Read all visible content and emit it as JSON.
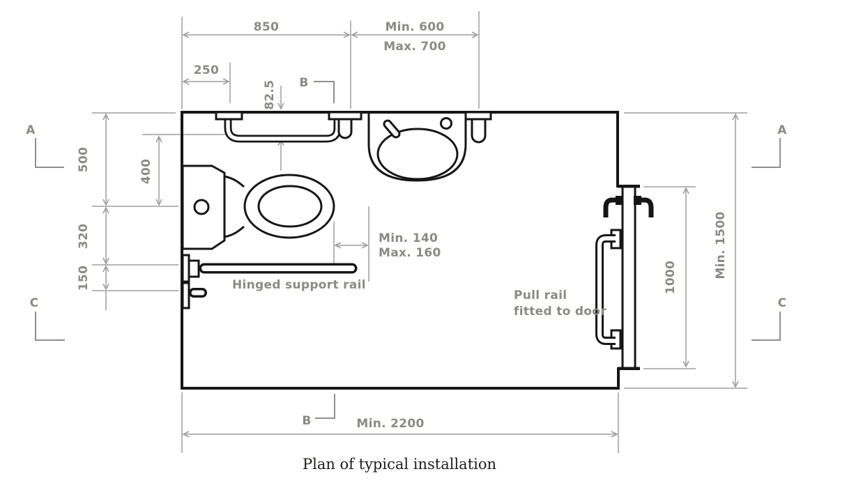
{
  "figure": {
    "caption": "Plan of typical installation",
    "type": "accessible-toilet-room-plan"
  },
  "colors": {
    "walls": "#161616",
    "dimension_lines": "#9e9e9e",
    "dimension_text": "#8b8b85",
    "caption_text": "#1d1d1b",
    "background": "#ffffff"
  },
  "dimensions": {
    "wall_to_toilet_axis": "850",
    "toilet_axis_to_basin_min": "Min. 600",
    "toilet_axis_to_basin_max": "Max. 700",
    "cistern_depth": "250",
    "rail_setback": "82.5",
    "wall_to_toilet_centre": "500",
    "rail_to_toilet_centre": "400",
    "toilet_centre_to_hinged_rail": "320",
    "hinged_rail_spacing": "150",
    "bowl_to_rail_min": "Min. 140",
    "bowl_to_rail_max": "Max. 160",
    "pull_rail_length": "1000",
    "room_depth_min": "Min. 1500",
    "room_width_min": "Min. 2200"
  },
  "section_markers": {
    "a_left": "A",
    "a_right": "A",
    "b_top": "B",
    "b_bottom": "B",
    "c_left": "C",
    "c_right": "C"
  },
  "annotations": {
    "hinged_support_rail": "Hinged support rail",
    "pull_rail_line1": "Pull rail",
    "pull_rail_line2": "fitted to door"
  },
  "fixtures": [
    "cistern",
    "toilet-pan",
    "horizontal-grab-rail",
    "drop-down-rail-left",
    "wash-basin",
    "tap",
    "tap-hole",
    "drop-down-rail-right",
    "hinged-support-rail",
    "folded-support-rail",
    "door",
    "coat-hook",
    "pull-rail"
  ]
}
